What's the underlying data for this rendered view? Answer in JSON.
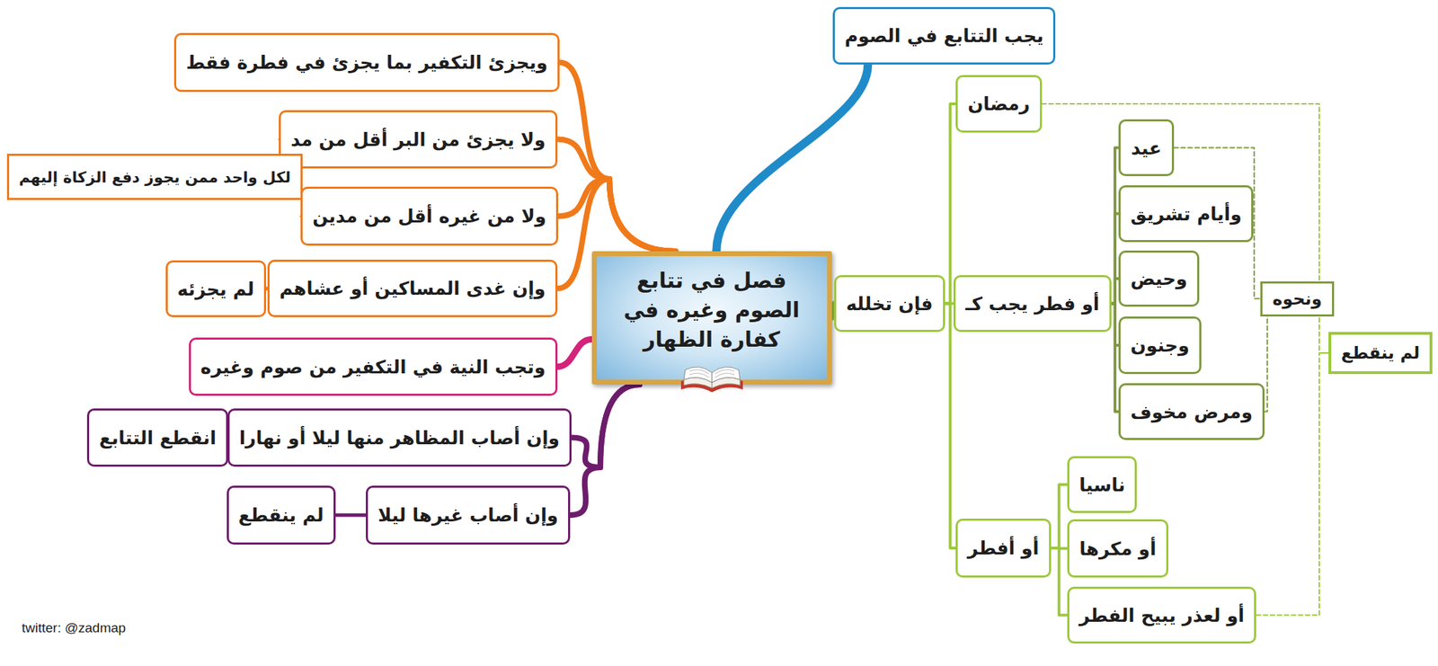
{
  "diagram": {
    "nodes": [
      {
        "text": [
          "فصل في تتابع الصوم وغيره في كفارة الظهار"
        ]
      },
      {
        "text": [
          "يجب التتابع في الصوم"
        ]
      },
      {
        "text": [
          "فإن تخلله"
        ]
      },
      {
        "text": [
          "رمضان"
        ]
      },
      {
        "text": [
          "أو فطر يجب كـ"
        ]
      },
      {
        "text": [
          "عيد"
        ]
      },
      {
        "text": [
          "وأيام تشريق"
        ]
      },
      {
        "text": [
          "وحيض"
        ]
      },
      {
        "text": [
          "وجنون"
        ]
      },
      {
        "text": [
          "ومرض مخوف"
        ]
      },
      {
        "text": [
          "ونحوه"
        ]
      },
      {
        "text": [
          "أو أفطر"
        ]
      },
      {
        "text": [
          "ناسيا"
        ]
      },
      {
        "text": [
          "أو مكرها"
        ]
      },
      {
        "text": [
          "أو لعذر يبيح الفطر"
        ]
      },
      {
        "text": [
          "لم ينقطع"
        ]
      },
      {
        "text": [
          "ويجزئ التكفير بما يجزئ في فطرة فقط"
        ]
      },
      {
        "text": [
          "ولا يجزئ من البر أقل من مد"
        ]
      },
      {
        "text": [
          "ولا من غيره أقل من مدين"
        ]
      },
      {
        "text": [
          "لكل واحد ممن يجوز دفع الزكاة إليهم"
        ]
      },
      {
        "text": [
          "وإن غدى المساكين أو عشاهم"
        ]
      },
      {
        "text": [
          "لم يجزئه"
        ]
      },
      {
        "text": [
          "وتجب النية في التكفير من صوم وغيره"
        ]
      },
      {
        "text": [
          "وإن أصاب المظاهر منها ليلا أو نهارا"
        ]
      },
      {
        "text": [
          "انقطع التتابع"
        ]
      },
      {
        "text": [
          "وإن أصاب غيرها ليلا"
        ]
      },
      {
        "text": [
          "لم ينقطع"
        ]
      }
    ],
    "edges": [
      {
        "from": 0,
        "to": 1,
        "arrow": "none"
      },
      {
        "from": 0,
        "to": 2,
        "arrow": "none"
      },
      {
        "from": 2,
        "to": 3,
        "arrow": "none"
      },
      {
        "from": 2,
        "to": 4,
        "arrow": "none"
      },
      {
        "from": 2,
        "to": 11,
        "arrow": "none"
      },
      {
        "from": 4,
        "to": 5,
        "arrow": "none"
      },
      {
        "from": 4,
        "to": 6,
        "arrow": "none"
      },
      {
        "from": 4,
        "to": 7,
        "arrow": "none"
      },
      {
        "from": 4,
        "to": 8,
        "arrow": "none"
      },
      {
        "from": 4,
        "to": 9,
        "arrow": "none"
      },
      {
        "from": 5,
        "to": 10,
        "arrow": "none"
      },
      {
        "from": 9,
        "to": 10,
        "arrow": "none"
      },
      {
        "from": 11,
        "to": 12,
        "arrow": "none"
      },
      {
        "from": 11,
        "to": 13,
        "arrow": "none"
      },
      {
        "from": 11,
        "to": 14,
        "arrow": "none"
      },
      {
        "from": 3,
        "to": 15,
        "arrow": "none"
      },
      {
        "from": 14,
        "to": 15,
        "arrow": "none"
      },
      {
        "from": 0,
        "to": 16,
        "arrow": "none"
      },
      {
        "from": 0,
        "to": 17,
        "arrow": "none"
      },
      {
        "from": 0,
        "to": 18,
        "arrow": "none"
      },
      {
        "from": 0,
        "to": 20,
        "arrow": "none"
      },
      {
        "from": 17,
        "to": 19,
        "arrow": "none"
      },
      {
        "from": 18,
        "to": 19,
        "arrow": "none"
      },
      {
        "from": 20,
        "to": 21,
        "arrow": "none"
      },
      {
        "from": 0,
        "to": 22,
        "arrow": "none"
      },
      {
        "from": 0,
        "to": 23,
        "arrow": "none"
      },
      {
        "from": 0,
        "to": 25,
        "arrow": "none"
      },
      {
        "from": 23,
        "to": 24,
        "arrow": "none"
      },
      {
        "from": 25,
        "to": 26,
        "arrow": "none"
      }
    ],
    "labels": [
      "twitter: @zadmap"
    ]
  }
}
